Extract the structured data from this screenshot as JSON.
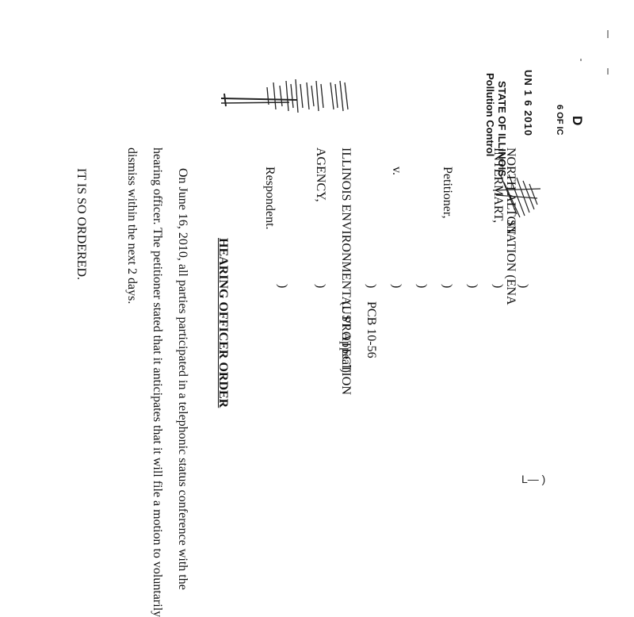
{
  "stamp": {
    "letter": "D",
    "clerk_office": "6 OF IC",
    "date": "UN 1 6 2010",
    "state": "STATE OF ILLINOIS",
    "board": "Pollution Control"
  },
  "caption": {
    "petitioner_name_line1": "NORTH ALTON",
    "petitioner_name_line1b": "STATION (ENA",
    "petitioner_name_line2": "INTERMART,",
    "petitioner_role": "Petitioner,",
    "versus": "v.",
    "respondent_name_line1": "ILLINOIS ENVIRONMENTAL PROTECTION",
    "respondent_name_line2": "AGENCY,",
    "respondent_role": "Respondent.",
    "brackets": [
      ")",
      ")",
      ")",
      ")",
      ")",
      ")",
      ")",
      ")",
      ")"
    ],
    "case_number": "PCB 10-56",
    "case_type": "(UST Appeal)"
  },
  "order": {
    "title": "HEARING OFFICER ORDER",
    "paragraph_line1": "On June 16, 2010, all parties participated in a telephonic status conference with the",
    "paragraph_line2": "hearing officer. The petitioner stated that it anticipates that it will file a motion to voluntarily",
    "paragraph_line3": "dismiss within the next 2 days.",
    "closing": "IT IS SO ORDERED."
  },
  "signature": {
    "mark": "L— )"
  }
}
